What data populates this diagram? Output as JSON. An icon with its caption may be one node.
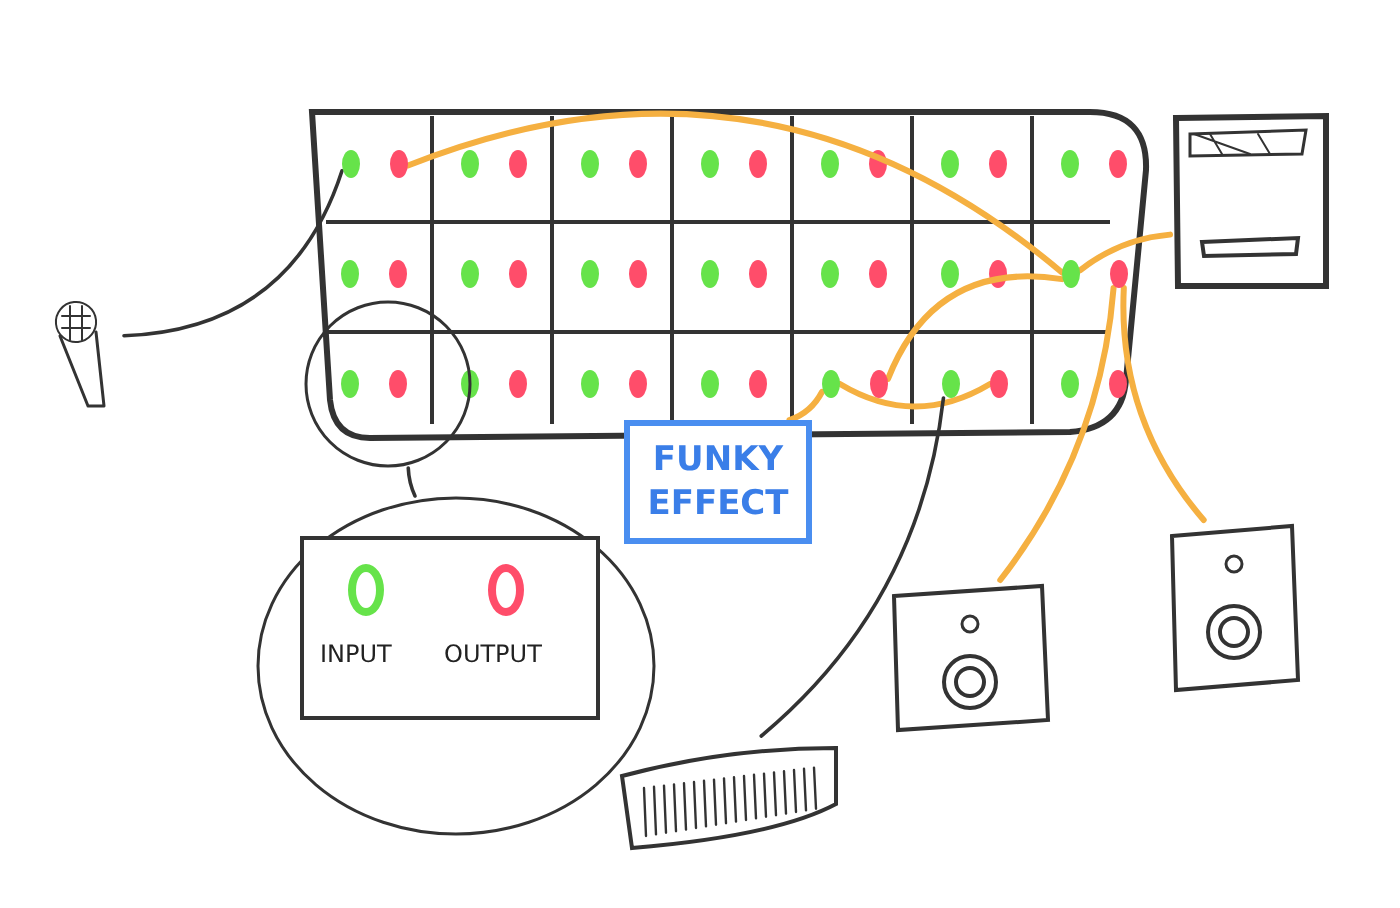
{
  "diagram": {
    "nodes": [
      {
        "text": [],
        "shape": "box"
      },
      {
        "text": [],
        "shape": "circle",
        "in": 0
      },
      {
        "text": [],
        "shape": "circle",
        "in": 0
      },
      {
        "text": [],
        "shape": "circle",
        "in": 0
      },
      {
        "text": [],
        "shape": "circle",
        "in": 0
      },
      {
        "text": [],
        "shape": "circle",
        "in": 0
      },
      {
        "text": [],
        "shape": "circle",
        "in": 0
      },
      {
        "text": [],
        "shape": "circle",
        "in": 0
      },
      {
        "text": [],
        "shape": "circle",
        "in": 0
      },
      {
        "text": [],
        "shape": "circle"
      },
      {
        "text": [],
        "shape": "picture"
      },
      {
        "text": [],
        "shape": "picture"
      },
      {
        "text": [
          "FUNKY EFFECT"
        ]
      },
      {
        "text": [],
        "shape": "circle"
      },
      {
        "text": [
          "INPUT",
          "OUTPUT"
        ],
        "in": 13
      },
      {
        "text": [],
        "shape": "picture"
      },
      {
        "text": [],
        "shape": "picture"
      },
      {
        "text": [],
        "shape": "picture"
      }
    ],
    "edges": [
      {
        "from": 10,
        "to": 1,
        "arrow": "none",
        "color": "#333333"
      },
      {
        "from": 2,
        "to": 3,
        "arrow": "none"
      },
      {
        "from": 11,
        "to": 3,
        "arrow": "none"
      },
      {
        "from": 6,
        "to": 3,
        "arrow": "none"
      },
      {
        "from": 12,
        "to": 5,
        "arrow": "none"
      },
      {
        "from": 5,
        "to": 8,
        "arrow": "none"
      },
      {
        "from": 15,
        "to": 7,
        "arrow": "none",
        "color": "#333333"
      },
      {
        "from": 4,
        "to": 16,
        "arrow": "none"
      },
      {
        "from": 4,
        "to": 17,
        "arrow": "none"
      },
      {
        "from": 9,
        "to": 13,
        "arrow": "none",
        "color": "#333333"
      }
    ]
  }
}
